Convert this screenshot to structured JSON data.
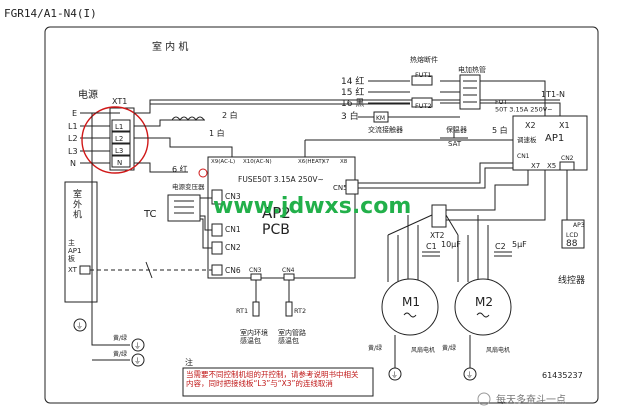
{
  "title": "FGR14/A1-N4(I)",
  "indoor_label": "室 内 机",
  "outdoor_label": "室\n外\n机",
  "power": {
    "label": "电源",
    "lines": [
      "E",
      "L1",
      "L2",
      "L3",
      "N"
    ],
    "terminal_block": "XT1",
    "terminals": [
      "L1",
      "L2",
      "L3",
      "N"
    ]
  },
  "wires": {
    "w2": "2 白",
    "w1": "1 白",
    "w6": "6 红",
    "w3": "3 白",
    "w5": "5 白",
    "w14": "14 红",
    "w15": "15 红",
    "w16": "16 黑"
  },
  "heaters": {
    "label": "电加热管",
    "fuses_label": "热熔断件",
    "fuses": [
      "FUT1",
      "FUT2"
    ],
    "contactor_label": "交流接触器",
    "contactor": "KM",
    "sat_label": "保温器",
    "sat": "SAT"
  },
  "fuse_ap1": "FUT\n50T 3.15A 250V~",
  "ap1_board": {
    "title": "AP1",
    "code": "1T1-N",
    "ports": [
      "X2",
      "X1",
      "X7",
      "X5"
    ],
    "cn": [
      "CN1",
      "CN2"
    ],
    "sub_label": "调速板"
  },
  "pcb": {
    "fuse": "FUSE50T 3.15A 250V~",
    "name": "AP2",
    "pcb": "PCB",
    "top_ports": [
      "X9(AC-L)",
      "X10(AC-N)",
      "X6(HEAT)",
      "X7",
      "X8"
    ],
    "left_ports": [
      "CN3",
      "CN1",
      "CN2",
      "CN6"
    ],
    "bottom_ports": [
      "CN3",
      "CN4"
    ],
    "right_port": "CN5",
    "transformer_label": "电源变压器",
    "tc": "TC"
  },
  "outdoor": {
    "ap1_label": "主\nAP1\n板",
    "xt_label": "XT"
  },
  "sensors": [
    {
      "id": "RT1",
      "label": "室内环境\n感温包"
    },
    {
      "id": "RT2",
      "label": "室内管路\n感温包"
    }
  ],
  "motors": {
    "m1": "M1",
    "m2": "M2",
    "c1": "C1",
    "c2": "C2",
    "c1_value": "10μF",
    "c2_value": "5μF",
    "xt2": "XT2",
    "m1_label": "风扇电机",
    "m2_label": "风扇电机"
  },
  "controller": {
    "label": "线控器",
    "ap3": "AP3",
    "lcd": "LCD",
    "digits": "88"
  },
  "ground_wire": "黄/绿",
  "note_title": "注",
  "note": "当需要不同控制机组的开控制，请参考说明书中相关内容，同时把接线板“L3”与“X3”的连线取消",
  "code": "61435237",
  "watermark": "www.jdwxs.com",
  "wechat": "每天多奋斗一点"
}
